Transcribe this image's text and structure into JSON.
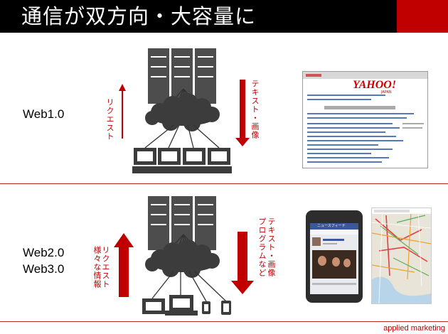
{
  "title": "通信が双方向・大容量に",
  "sections": [
    {
      "label_lines": [
        "Web1.0"
      ],
      "left_annotation": "リクエスト",
      "right_annotation": "テキスト・画像"
    },
    {
      "label_lines": [
        "Web2.0",
        "Web3.0"
      ],
      "left_annotation_lines": [
        "リクエスト",
        "様々な情報"
      ],
      "right_annotation_lines": [
        "テキスト・画像",
        "プログラムなど"
      ]
    }
  ],
  "footer": "applied marketing",
  "screenshots": {
    "yahoo_logo": "YAHOO!",
    "yahoo_sub": "JAPAN",
    "facebook_bar": "ニュースフィード"
  },
  "colors": {
    "accent_red": "#c00000",
    "title_bg": "#000000",
    "server_fill": "#4d4d4d",
    "cloud_fill": "#3c3c3c"
  }
}
